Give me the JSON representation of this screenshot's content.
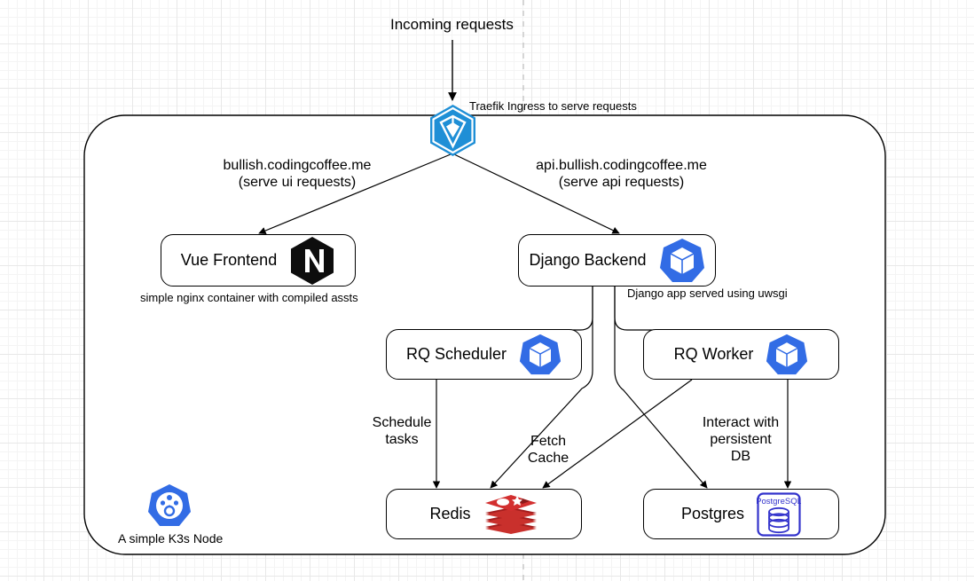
{
  "diagram": {
    "title_text": "Incoming requests",
    "ingress_note": "Traefik Ingress to serve requests",
    "container_note": "A simple K3s Node",
    "routes": {
      "ui": "bullish.codingcoffee.me\n(serve ui requests)",
      "api": "api.bullish.codingcoffee.me\n(serve api requests)"
    },
    "notes": {
      "frontend": "simple nginx container with compiled assts",
      "backend": "Django app served using uwsgi"
    },
    "edge_labels": {
      "schedule": "Schedule\ntasks",
      "fetch_cache": "Fetch\nCache",
      "persistent_db": "Interact with\npersistent\nDB"
    },
    "nodes": [
      {
        "id": "frontend",
        "label": "Vue Frontend",
        "icon": "nginx-icon"
      },
      {
        "id": "backend",
        "label": "Django Backend",
        "icon": "kubernetes-pod-icon"
      },
      {
        "id": "scheduler",
        "label": "RQ Scheduler",
        "icon": "kubernetes-pod-icon"
      },
      {
        "id": "worker",
        "label": "RQ Worker",
        "icon": "kubernetes-pod-icon"
      },
      {
        "id": "redis",
        "label": "Redis",
        "icon": "redis-icon"
      },
      {
        "id": "postgres",
        "label": "Postgres",
        "icon": "postgresql-icon"
      }
    ],
    "icons": {
      "ingress": "traefik-icon",
      "cluster": "k3s-icon"
    },
    "colors": {
      "traefik_blue": "#1f8fd6",
      "kubernetes_blue": "#326ce5",
      "nginx_black": "#0d0d0d",
      "redis_red": "#b82020",
      "postgres_blue": "#3333cc",
      "stroke": "#000000",
      "grid": "#e8e8e8"
    },
    "postgres_badge": "PostgreSQL"
  }
}
